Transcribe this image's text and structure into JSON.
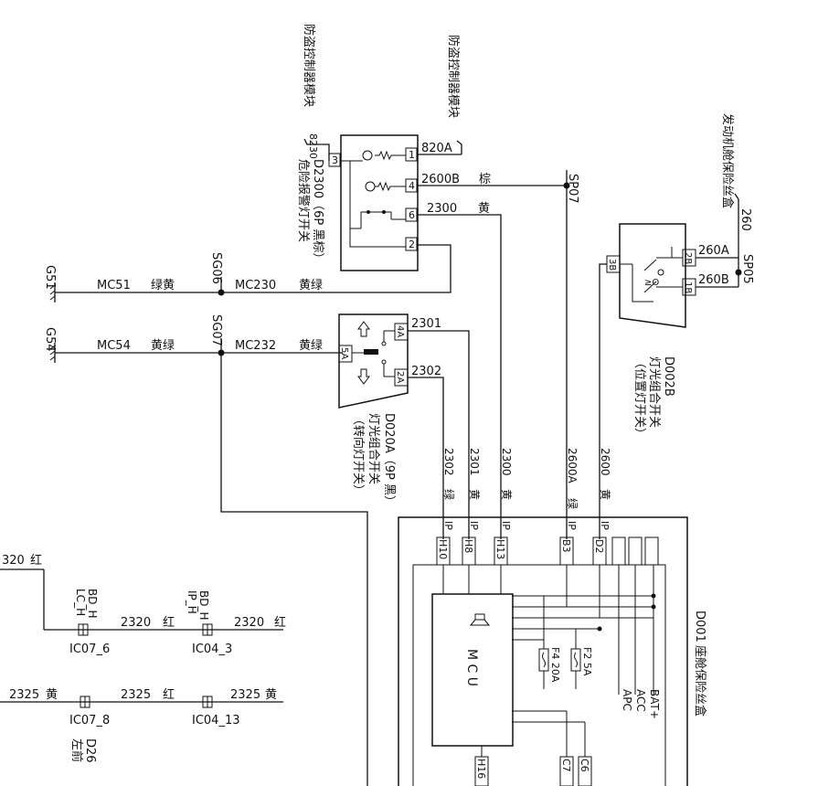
{
  "modules": {
    "anti_theft_1": "防盗控制器模块",
    "anti_theft_2": "防盗控制器模块",
    "engine_fuse": "发动机舱保险丝盒",
    "cabin_fuse": "座舱保险丝盒"
  },
  "switches": {
    "hazard": {
      "id": "D2300（6P 黑棕）",
      "name": "危险报警灯开关",
      "pin_in": "8230"
    },
    "turn": {
      "id": "D020A（9P 黑）",
      "name": "灯光组合开关",
      "sub": "（转向灯开关）"
    },
    "position": {
      "id": "D002B",
      "name": "灯光组合开关",
      "sub": "（位置灯开关）"
    },
    "cabin": {
      "id": "D001"
    }
  },
  "pins": {
    "hazard": [
      "1",
      "4",
      "6",
      "2",
      "3"
    ],
    "turn": [
      "4A",
      "2A",
      "5A"
    ],
    "position": [
      "2B",
      "1B",
      "3B"
    ]
  },
  "grounds": [
    "G51",
    "G54"
  ],
  "splices": [
    "SG06",
    "SG07",
    "SP07",
    "SP05"
  ],
  "wires": {
    "w820A": "820A",
    "w2600B": "2600B",
    "c2600B": "棕",
    "w2300": "2300",
    "c2300": "黄",
    "mc51": "MC51",
    "cmc51": "绿黄",
    "mc230": "MC230",
    "cmc230": "黄绿",
    "mc54": "MC54",
    "cmc54": "黄绿",
    "mc232": "MC232",
    "cmc232": "黄绿",
    "w2301": "2301",
    "w2302": "2302",
    "w260A": "260A",
    "w260B": "260B",
    "w260": "260",
    "w320": "320",
    "c320": "红",
    "w2320a": "2320",
    "c2320a": "红",
    "w2320b": "2320",
    "c2320b": "红",
    "w2325a": "2325",
    "c2325a": "黄",
    "w2325b": "2325",
    "c2325b": "红",
    "w2325c": "2325",
    "c2325c": "黄"
  },
  "vertical_wires": [
    {
      "num": "2302",
      "color": "绿"
    },
    {
      "num": "2301",
      "color": "黄"
    },
    {
      "num": "2300",
      "color": "黄"
    },
    {
      "num": "2600A",
      "color": "绿"
    },
    {
      "num": "2600",
      "color": "黄"
    }
  ],
  "connectors_ip": [
    "IP",
    "IP",
    "IP",
    "IP",
    "IP"
  ],
  "cabin_pins": [
    "H10",
    "H8",
    "H13",
    "B3",
    "D2"
  ],
  "bottom_pins": [
    "H16",
    "C7",
    "C6"
  ],
  "mcu": "M C U",
  "fuses": [
    "F4 20A",
    "F2 5A"
  ],
  "power": [
    "BAT+",
    "ACC",
    "APC"
  ],
  "inline_connectors": [
    "IC07_6",
    "IC04_3",
    "IC07_8",
    "IC04_13"
  ],
  "side_labels": {
    "bd_lc": [
      "BD_H",
      "LC_H"
    ],
    "bd_ip": [
      "BD_H",
      "IP_H"
    ],
    "d26": [
      "D26",
      "左前"
    ]
  }
}
